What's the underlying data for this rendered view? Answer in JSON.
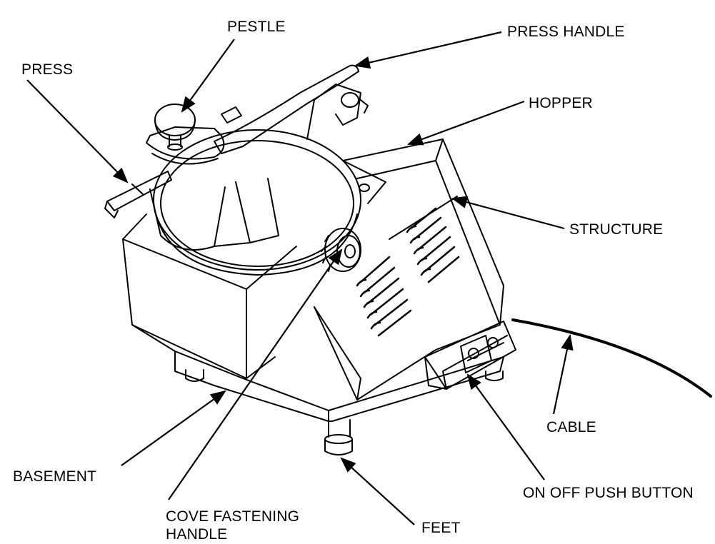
{
  "labels": {
    "pestle": "PESTLE",
    "press_handle": "PRESS HANDLE",
    "press": "PRESS",
    "hopper": "HOPPER",
    "structure": "STRUCTURE",
    "cable": "CABLE",
    "basement": "BASEMENT",
    "on_off": "ON OFF PUSH BUTTON",
    "cove_line1": "COVE FASTENING",
    "cove_line2": "HANDLE",
    "feet": "FEET"
  }
}
